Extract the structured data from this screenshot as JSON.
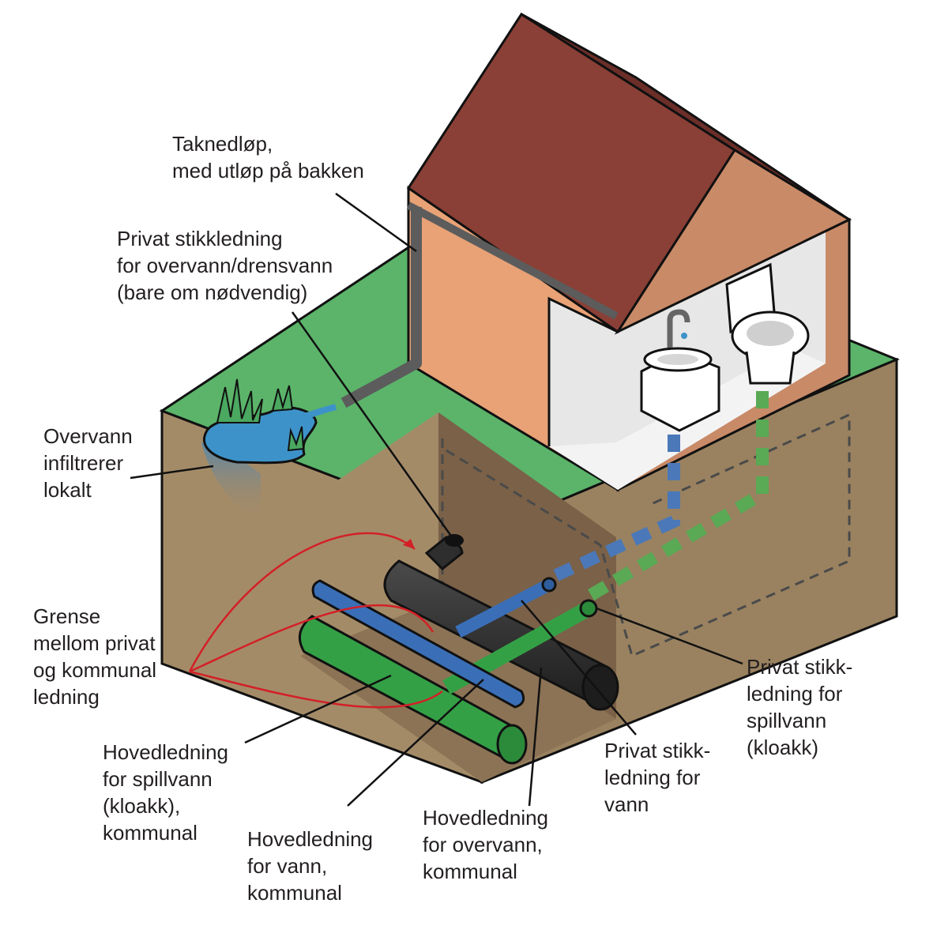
{
  "colors": {
    "grass": "#5bb46a",
    "soil_side": "#a48b68",
    "soil_front": "#8c7355",
    "trench": "#7a6148",
    "wall": "#e8a276",
    "wall_shade": "#c98a68",
    "roof": "#8a4036",
    "roof_dark": "#6b2e28",
    "interior": "#e7e7e7",
    "pipe_black": "#2e2e2e",
    "pipe_blue": "#3a6fb8",
    "pipe_green": "#34a046",
    "pond": "#3d93c9",
    "gutter": "#5c5c5c",
    "arrow_red": "#d32027",
    "text": "#231f20"
  },
  "labels": {
    "taknedlop": [
      "Taknedløp,",
      "med utløp på bakken"
    ],
    "privat_overvann": [
      "Privat stikkledning",
      "for overvann/drensvann",
      "(bare om nødvendig)"
    ],
    "overvann_infiltrerer": [
      "Overvann",
      "infiltrerer",
      "lokalt"
    ],
    "grense": [
      "Grense",
      "mellom privat",
      "og kommunal",
      "ledning"
    ],
    "hoved_spillvann": [
      "Hovedledning",
      "for spillvann",
      "(kloakk),",
      "kommunal"
    ],
    "hoved_vann": [
      "Hovedledning",
      "for vann,",
      "kommunal"
    ],
    "hoved_overvann": [
      "Hovedledning",
      "for overvann,",
      "kommunal"
    ],
    "privat_vann": [
      "Privat stikk-",
      "ledning for",
      "vann"
    ],
    "privat_spillvann": [
      "Privat stikk-",
      "ledning for",
      "spillvann",
      "(kloakk)"
    ]
  }
}
